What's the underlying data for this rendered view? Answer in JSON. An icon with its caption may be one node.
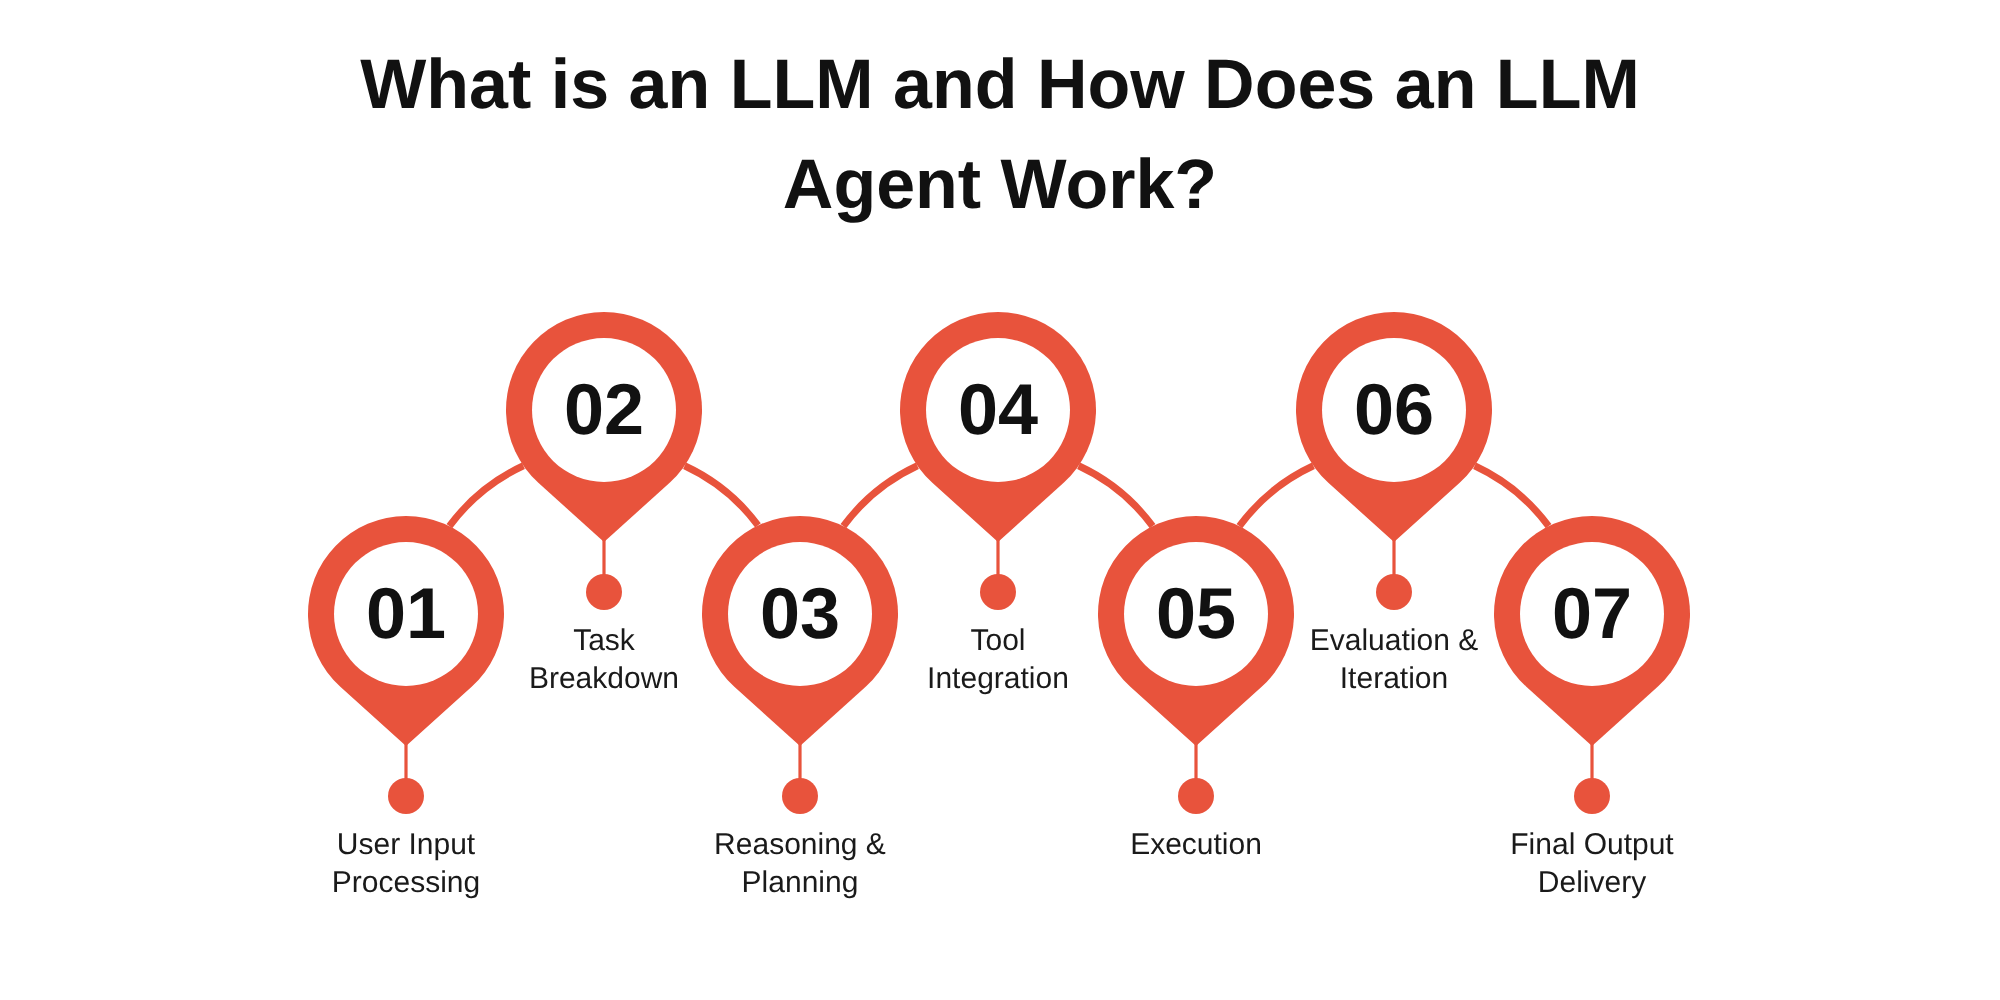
{
  "diagram": {
    "title": "What is an LLM and How Does an LLM Agent Work?",
    "nodes": [
      {
        "text": [
          "01"
        ],
        "beside": [
          "User Input Processing"
        ]
      },
      {
        "text": [
          "02"
        ],
        "beside": [
          "Task Breakdown"
        ]
      },
      {
        "text": [
          "03"
        ],
        "beside": [
          "Reasoning & Planning"
        ]
      },
      {
        "text": [
          "04"
        ],
        "beside": [
          "Tool Integration"
        ]
      },
      {
        "text": [
          "05"
        ],
        "beside": [
          "Execution"
        ]
      },
      {
        "text": [
          "06"
        ],
        "beside": [
          "Evaluation & Iteration"
        ]
      },
      {
        "text": [
          "07"
        ],
        "beside": [
          "Final Output Delivery"
        ]
      }
    ],
    "edges": [
      {
        "from": 0,
        "to": 1,
        "arrow": "none"
      },
      {
        "from": 1,
        "to": 2,
        "arrow": "none"
      },
      {
        "from": 2,
        "to": 3,
        "arrow": "none"
      },
      {
        "from": 3,
        "to": 4,
        "arrow": "none"
      },
      {
        "from": 4,
        "to": 5,
        "arrow": "none"
      },
      {
        "from": 5,
        "to": 6,
        "arrow": "none"
      }
    ]
  }
}
